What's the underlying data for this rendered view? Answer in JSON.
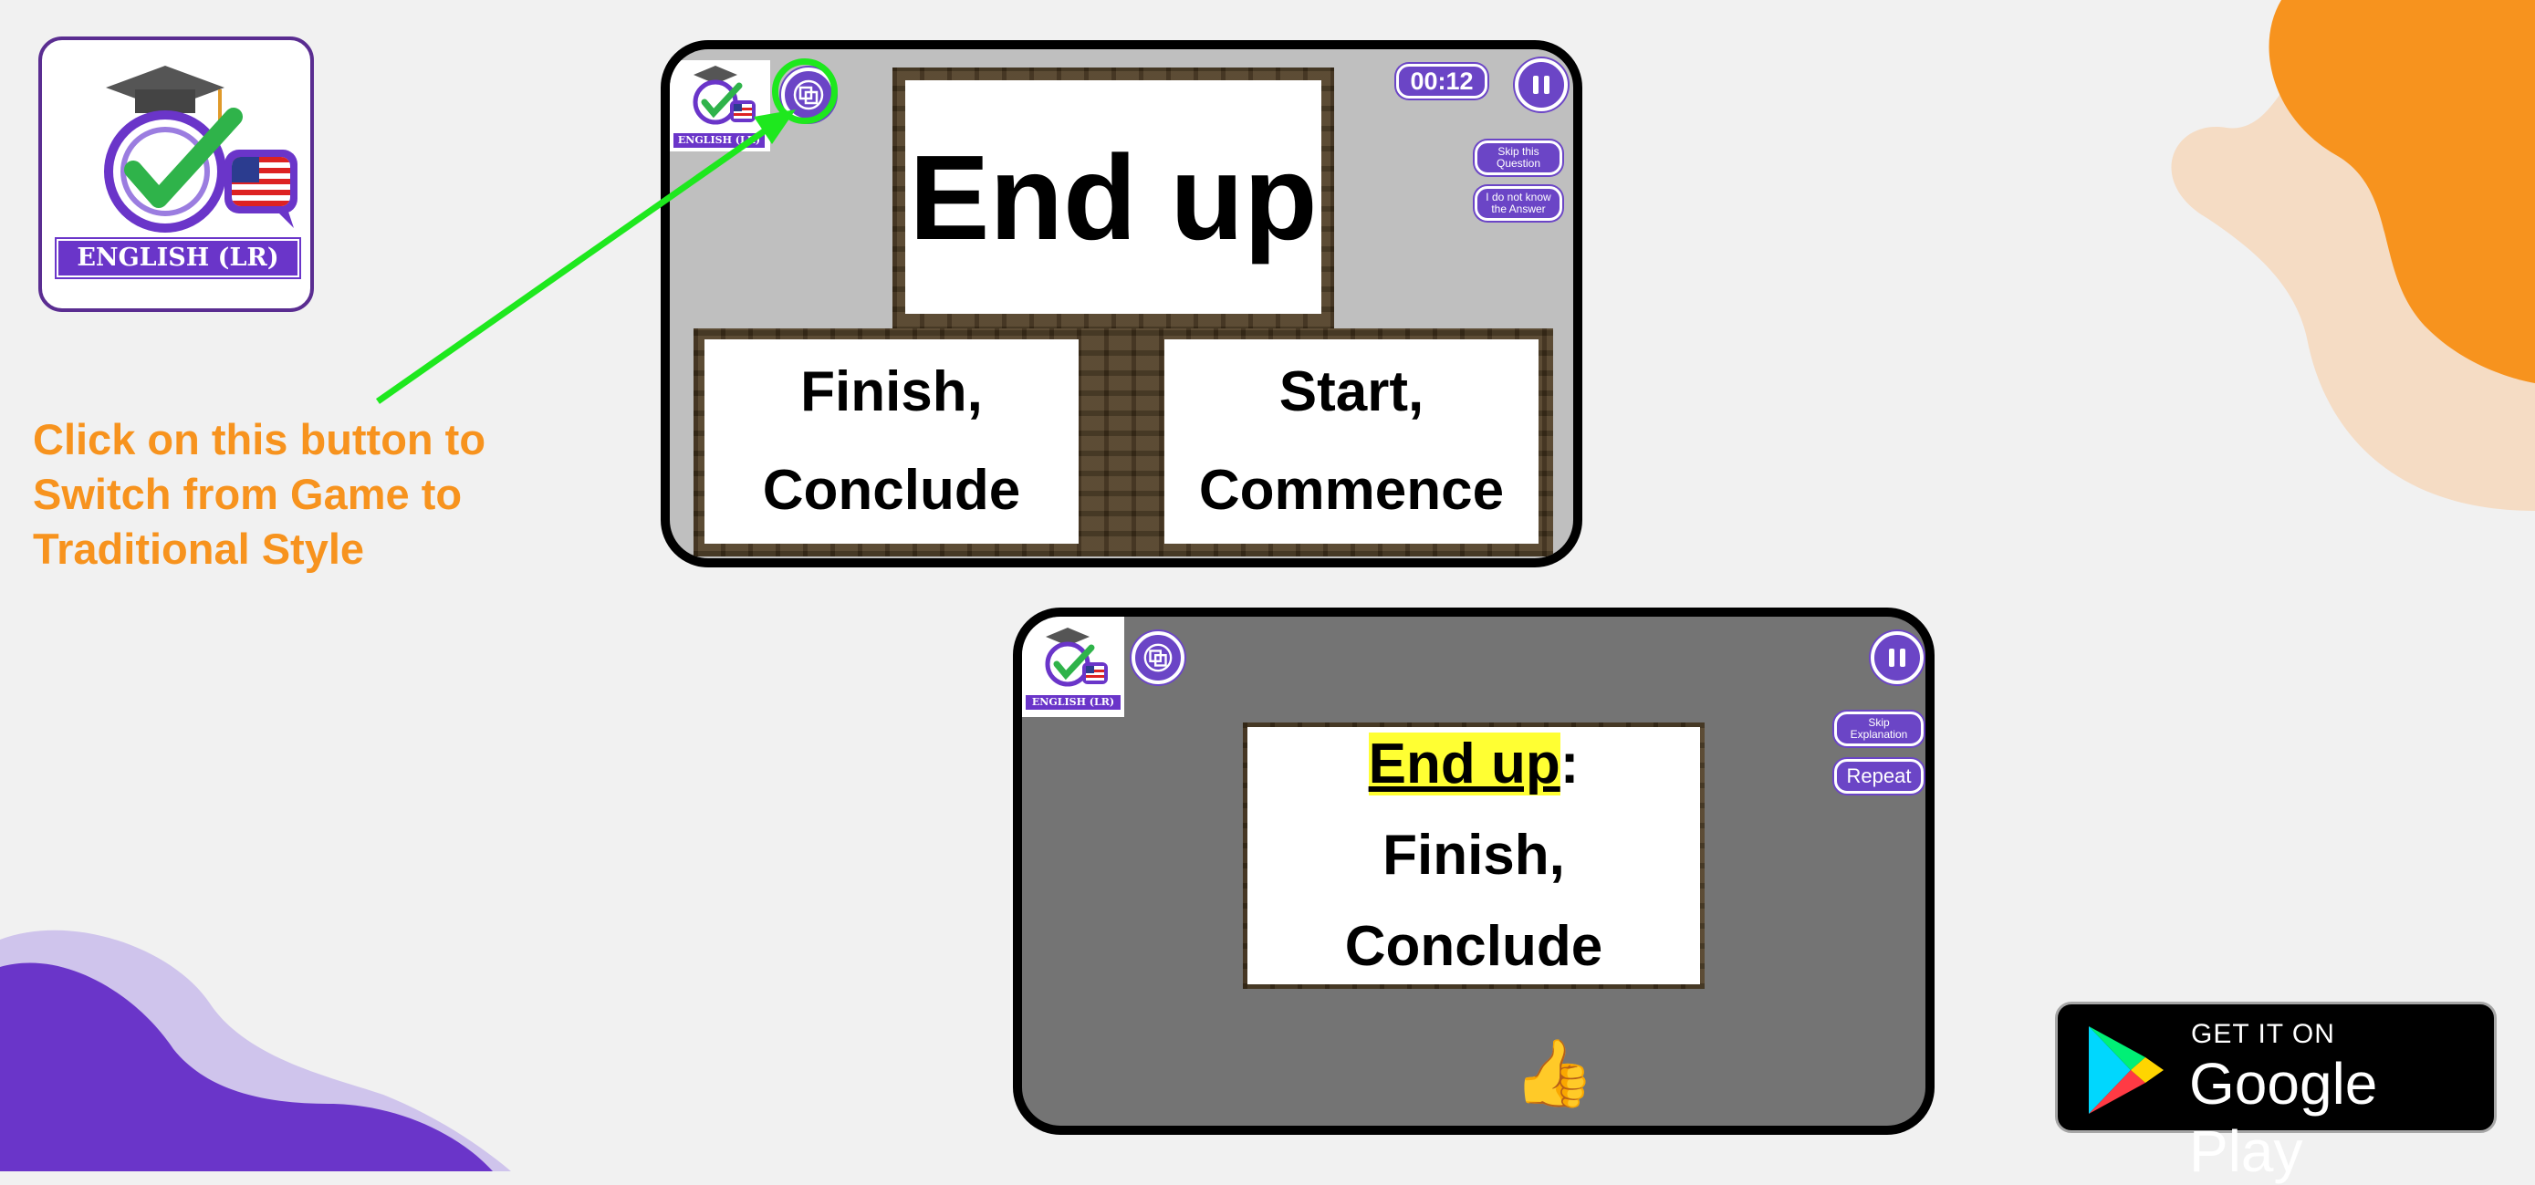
{
  "logo": {
    "banner_text": "ENGLISH (LR)"
  },
  "instruction": {
    "lines": [
      "Click on this button to",
      "Switch from Game to",
      "Traditional Style"
    ]
  },
  "game_screen": {
    "timer": "00:12",
    "question_word": "End up",
    "skip_question_label": "Skip this Question",
    "dont_know_label": "I do not know the Answer",
    "options": [
      {
        "line1": "Finish,",
        "line2": "Conclude"
      },
      {
        "line1": "Start,",
        "line2": "Commence"
      }
    ],
    "mini_logo_text": "ENGLISH (LR)"
  },
  "traditional_screen": {
    "highlight_word": "End up",
    "colon": ":",
    "answer_line1": "Finish,",
    "answer_line2": "Conclude",
    "skip_explanation_label": "Skip Explanation",
    "repeat_label": "Repeat",
    "feedback_emoji": "👍",
    "mini_logo_text": "ENGLISH (LR)"
  },
  "play_badge": {
    "top_text": "GET IT ON",
    "store_name": "Google Play"
  },
  "colors": {
    "accent_orange": "#f7931e",
    "brand_purple": "#6b45c6",
    "arrow_green": "#1ee81e",
    "highlight_yellow": "#ffff33"
  }
}
